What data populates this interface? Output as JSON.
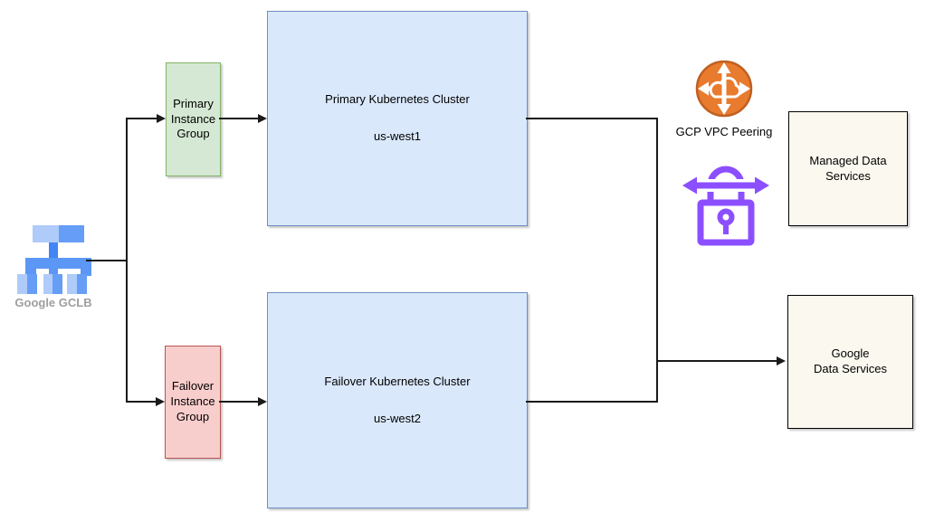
{
  "diagram": {
    "type": "cloud-architecture-diagram",
    "nodes": {
      "gclb": {
        "label": "Google GCLB",
        "icon": "load-balancer-icon",
        "icon_colors": [
          "#aecbfa",
          "#669df6",
          "#4285f4",
          "#5c97f5"
        ],
        "label_color": "#9e9e9e"
      },
      "primary_instance_group": {
        "label": "Primary\nInstance\nGroup",
        "fill": "#d5e8d4",
        "border": "#82b366"
      },
      "failover_instance_group": {
        "label": "Failover\nInstance\nGroup",
        "fill": "#f8cecc",
        "border": "#b85450"
      },
      "primary_cluster": {
        "title": "Primary Kubernetes Cluster",
        "region": "us-west1",
        "fill": "#dae8fc",
        "border": "#6c8ebf"
      },
      "failover_cluster": {
        "title": "Failover Kubernetes Cluster",
        "region": "us-west2",
        "fill": "#dae8fc",
        "border": "#6c8ebf"
      },
      "vpc_peering": {
        "label": "GCP VPC Peering",
        "icon": "vpc-peering-icon",
        "color": "#e87b2e"
      },
      "private_link": {
        "icon": "lock-arrows-icon",
        "color": "#8c4fff"
      },
      "managed_data_services": {
        "label": "Managed Data\nServices",
        "fill": "#faf8ef",
        "border": "#000000"
      },
      "google_data_services": {
        "label": "Google\nData Services",
        "fill": "#faf8ef",
        "border": "#000000"
      }
    },
    "connections": [
      {
        "from": "gclb",
        "to": "primary_instance_group",
        "arrow": true
      },
      {
        "from": "gclb",
        "to": "failover_instance_group",
        "arrow": true
      },
      {
        "from": "primary_instance_group",
        "to": "primary_cluster",
        "arrow": true
      },
      {
        "from": "failover_instance_group",
        "to": "failover_cluster",
        "arrow": true
      },
      {
        "from": "primary_cluster",
        "to": "google_data_services",
        "arrow": true
      },
      {
        "from": "failover_cluster",
        "to": "google_data_services",
        "arrow": true
      }
    ],
    "line_color": "#1a1a1a"
  }
}
